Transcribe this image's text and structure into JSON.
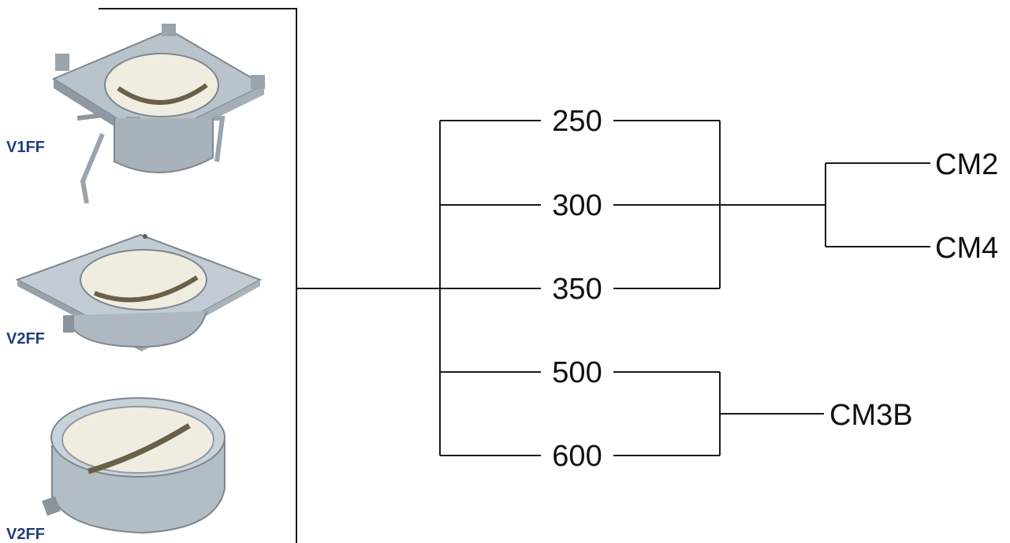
{
  "products": [
    {
      "label": "V1FF",
      "illustration": "square-flange-valve-with-brackets"
    },
    {
      "label": "V2FF",
      "illustration": "square-flange-valve"
    },
    {
      "label": "V2FF",
      "illustration": "round-valve"
    }
  ],
  "sizes": [
    "250",
    "300",
    "350",
    "500",
    "600"
  ],
  "actuators": [
    "CM2",
    "CM4",
    "CM3B"
  ],
  "colors": {
    "line": "#1a1a1a",
    "product_label": "#1f3f7a",
    "metal": "#b9c3cc",
    "metal_dark": "#7d8791",
    "interior": "#f1ece0"
  }
}
